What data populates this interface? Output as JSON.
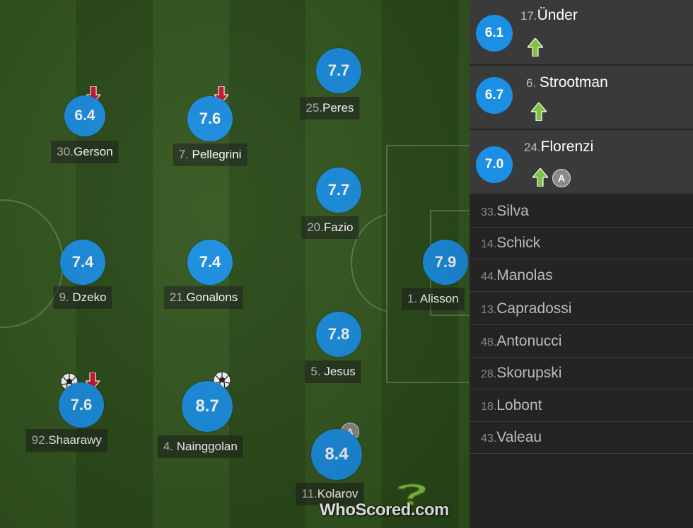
{
  "pitch_players": [
    {
      "id": "gerson",
      "number": "30.",
      "name": "Gerson",
      "rating": "6.4",
      "subbed_off": true,
      "goal": false,
      "assist": false
    },
    {
      "id": "pellegrini",
      "number": "7.",
      "name": " Pellegrini",
      "rating": "7.6",
      "subbed_off": true,
      "goal": false,
      "assist": false
    },
    {
      "id": "peres",
      "number": "25.",
      "name": "Peres",
      "rating": "7.7",
      "subbed_off": false,
      "goal": false,
      "assist": false
    },
    {
      "id": "fazio",
      "number": "20.",
      "name": "Fazio",
      "rating": "7.7",
      "subbed_off": false,
      "goal": false,
      "assist": false
    },
    {
      "id": "dzeko",
      "number": "9.",
      "name": " Dzeko",
      "rating": "7.4",
      "subbed_off": false,
      "goal": false,
      "assist": false
    },
    {
      "id": "gonalons",
      "number": "21.",
      "name": "Gonalons",
      "rating": "7.4",
      "subbed_off": false,
      "goal": false,
      "assist": false
    },
    {
      "id": "alisson",
      "number": "1.",
      "name": " Alisson",
      "rating": "7.9",
      "subbed_off": false,
      "goal": false,
      "assist": false
    },
    {
      "id": "jesus",
      "number": "5.",
      "name": " Jesus",
      "rating": "7.8",
      "subbed_off": false,
      "goal": false,
      "assist": false
    },
    {
      "id": "shaarawy",
      "number": "92.",
      "name": "Shaarawy",
      "rating": "7.6",
      "subbed_off": true,
      "goal": true,
      "assist": false
    },
    {
      "id": "nainggolan",
      "number": "4.",
      "name": " Nainggolan",
      "rating": "8.7",
      "subbed_off": false,
      "goal": true,
      "assist": false
    },
    {
      "id": "kolarov",
      "number": "11.",
      "name": "Kolarov",
      "rating": "8.4",
      "subbed_off": false,
      "goal": false,
      "assist": true
    }
  ],
  "substitutes_used": [
    {
      "number": "17.",
      "name": "Ünder",
      "rating": "6.1",
      "assist": false
    },
    {
      "number": "6. ",
      "name": "Strootman",
      "rating": "6.7",
      "assist": false
    },
    {
      "number": "24.",
      "name": "Florenzi",
      "rating": "7.0",
      "assist": true
    }
  ],
  "bench": [
    {
      "number": "33.",
      "name": "Silva"
    },
    {
      "number": "14.",
      "name": "Schick"
    },
    {
      "number": "44.",
      "name": "Manolas"
    },
    {
      "number": "13.",
      "name": "Capradossi"
    },
    {
      "number": "48.",
      "name": "Antonucci"
    },
    {
      "number": "28.",
      "name": "Skorupski"
    },
    {
      "number": "18.",
      "name": "Lobont"
    },
    {
      "number": "43.",
      "name": "Valeau"
    }
  ],
  "assist_badge_letter": "A",
  "logo_text": "WhoScored.com",
  "colors": {
    "rating_blue": "#1a8fe3",
    "sub_off_red": "#d0142c",
    "sub_on_green": "#7dc243",
    "logo_green": "#8cc63f"
  },
  "icons": {
    "sub_off": "red-down-arrow-icon",
    "sub_on": "green-up-arrow-icon",
    "goal": "soccer-ball-icon",
    "assist": "assist-badge-icon"
  }
}
